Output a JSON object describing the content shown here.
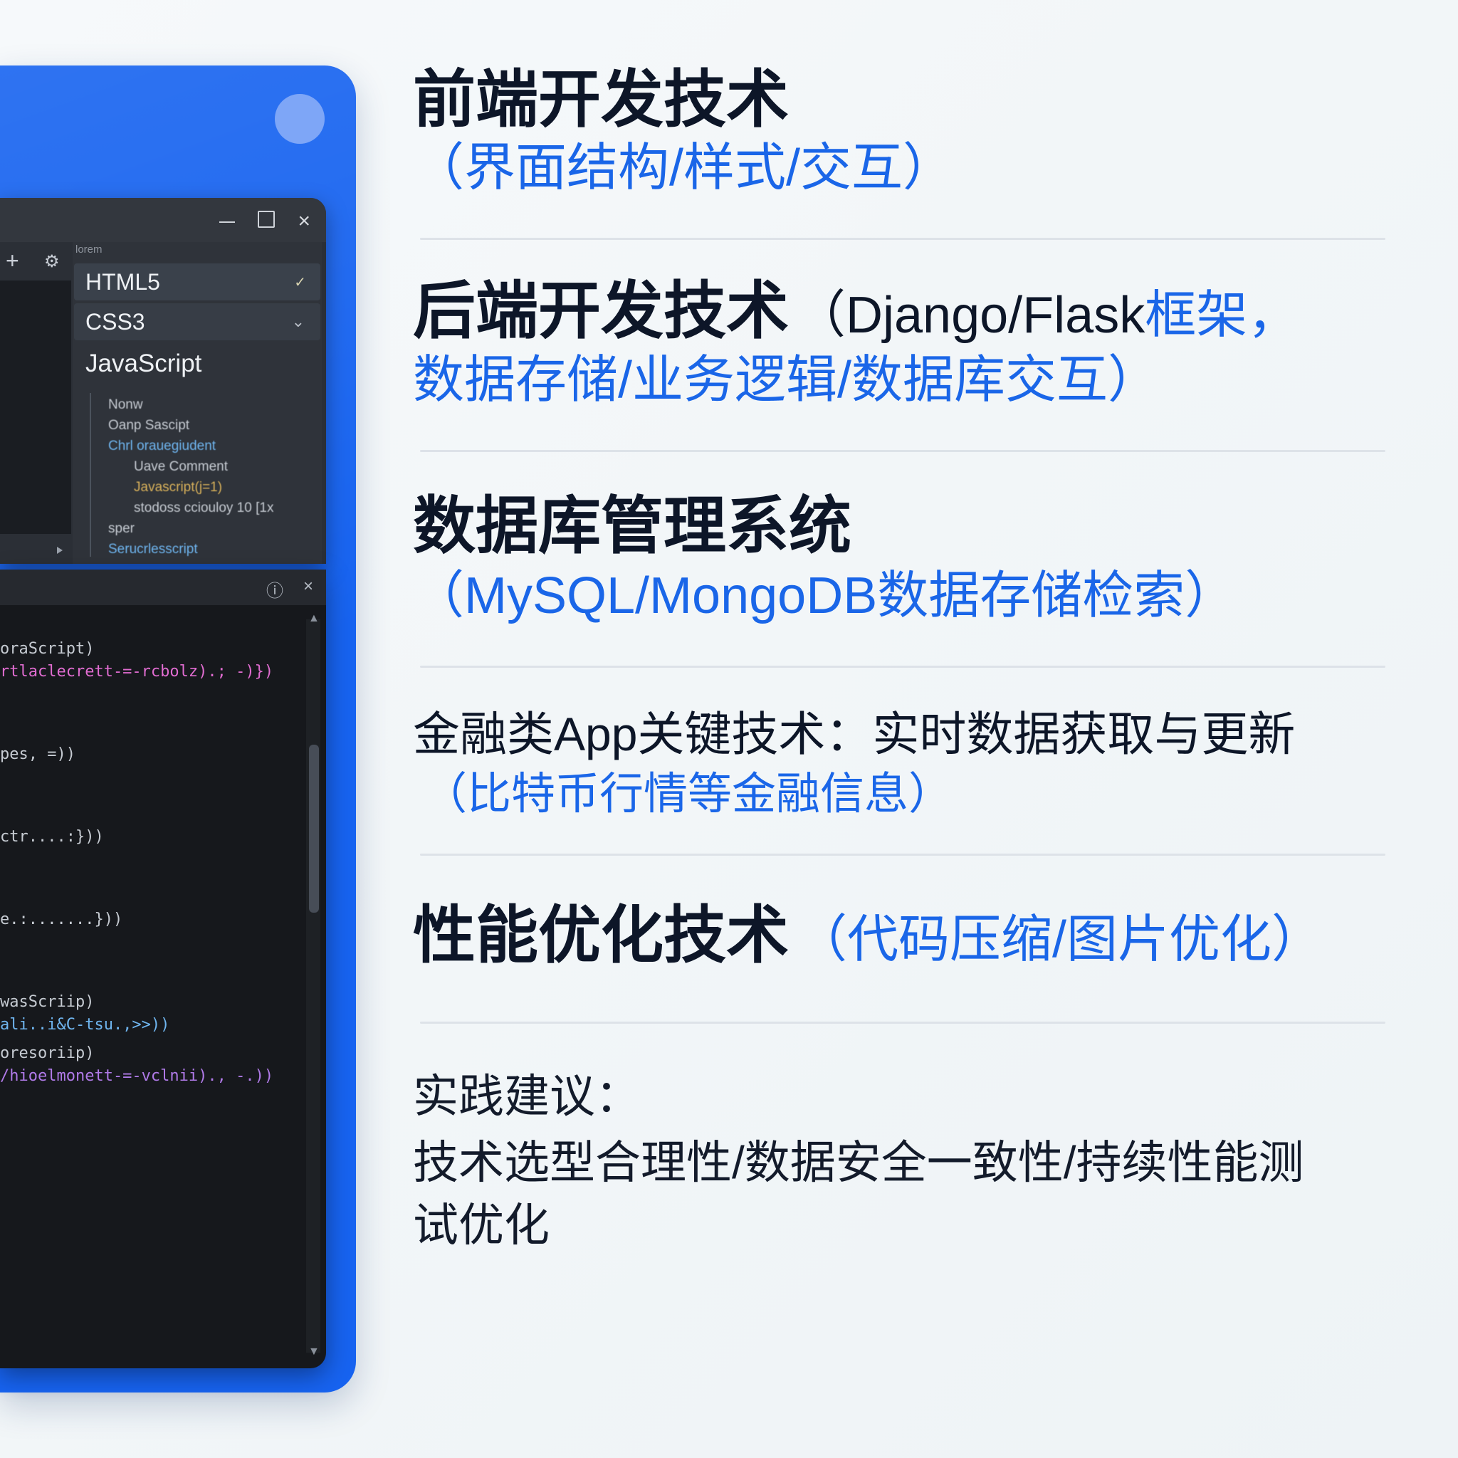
{
  "theme": {
    "accent_blue": "#1a66e8",
    "card_blue": "#1763f0",
    "text_dark": "#0d1220",
    "page_bg": "#f4f7f9",
    "ide_dark": "#2b2f36",
    "code_bg": "#16181c"
  },
  "ide": {
    "window_title_buttons": {
      "minimize": "—",
      "maximize": "□",
      "close": "×"
    },
    "toolbar": {
      "add_icon": "+",
      "settings_icon": "⚙"
    },
    "autocomplete": {
      "label": "lorem",
      "items": [
        {
          "label": "HTML5",
          "indicator": "✓",
          "selected": true
        },
        {
          "label": "CSS3",
          "indicator": "chevron-down",
          "selected": true
        },
        {
          "label": "JavaScript",
          "indicator": "",
          "selected": false
        }
      ],
      "blurred_suggestions": [
        "Nonw",
        "Oanp Sascipt",
        "Chrl orauegiudent",
        "Uave Comment",
        "Javascript(j=1)",
        "stodoss cciouloy 10 [1x",
        "sper",
        "Serucrlesscript"
      ]
    },
    "code_panel": {
      "tab_icons": {
        "info": "ⓘ",
        "close": "×"
      },
      "lines": [
        "oraScript)",
        "rtlaclecrett-=-rcbolz).; -)})",
        "pes, =))",
        "ctr....:}))",
        "e.:.......}))",
        "wasScriip)",
        "ali..i&C-tsu.,>>))",
        "oresoriip)",
        "/hioelmonett-=-vclnii)., -.))"
      ]
    }
  },
  "outline": {
    "sections": [
      {
        "id": "frontend",
        "title": "前端开发技术",
        "subtitle": "（界面结构/样式/交互）",
        "style": "big"
      },
      {
        "id": "backend",
        "title": "后端开发技术",
        "title_suffix_dark": "（Django/Flask",
        "title_suffix_blue": "框架，",
        "subtitle": "数据存储/业务逻辑/数据库交互）",
        "style": "big-inline"
      },
      {
        "id": "database",
        "title": "数据库管理系统",
        "subtitle": "（MySQL/MongoDB数据存储检索）",
        "style": "big"
      },
      {
        "id": "fintech",
        "title": "金融类App关键技术：实时数据获取与更新",
        "subtitle": "（比特币行情等金融信息）",
        "style": "mid"
      },
      {
        "id": "performance",
        "title": "性能优化技术",
        "title_suffix_blue": "（代码压缩/图片优化）",
        "subtitle": "",
        "style": "big-inline2"
      }
    ],
    "footer": {
      "heading": "实践建议：",
      "line1": "技术选型合理性/数据安全一致性/持续性能测",
      "line2": "试优化"
    }
  }
}
